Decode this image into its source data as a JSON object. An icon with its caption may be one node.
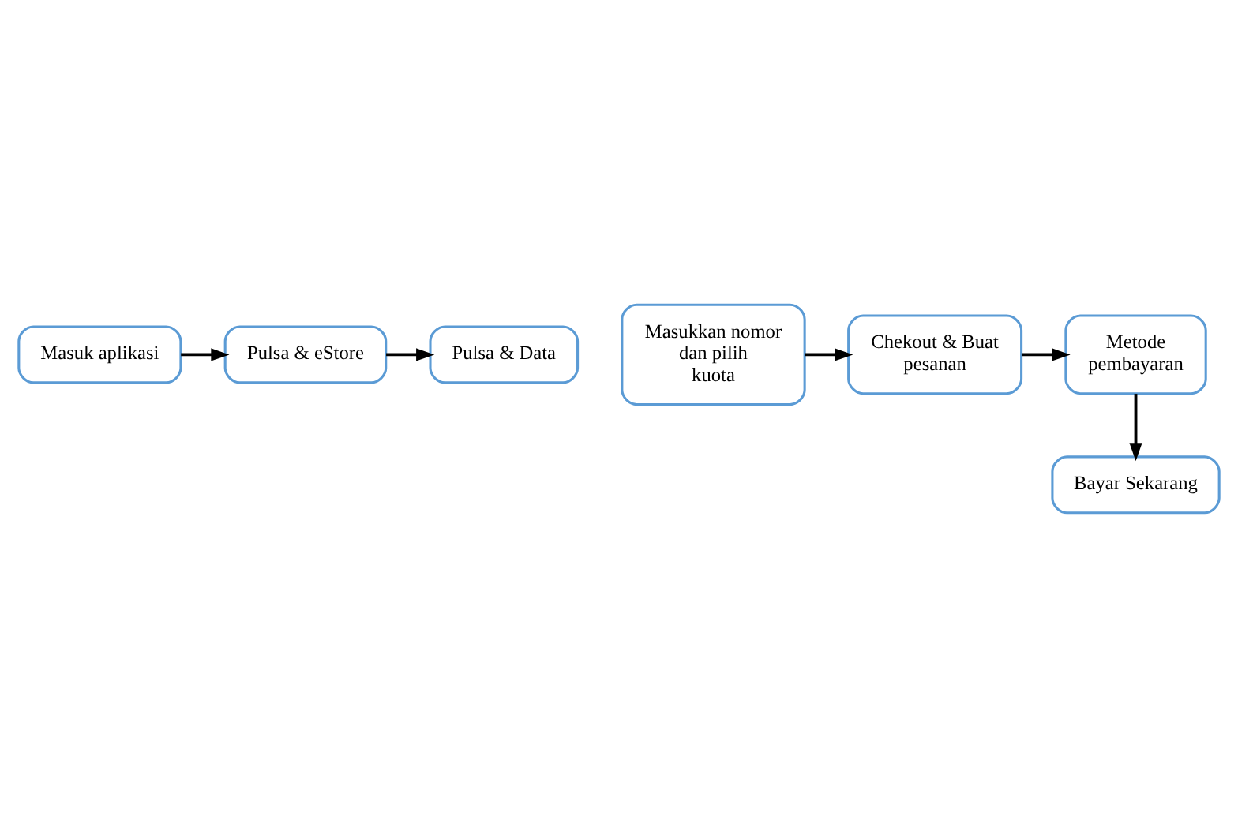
{
  "diagram": {
    "nodes": [
      {
        "text": [
          "Masuk aplikasi"
        ]
      },
      {
        "text": [
          "Pulsa & eStore"
        ]
      },
      {
        "text": [
          "Pulsa & Data"
        ]
      },
      {
        "text": [
          "Masukkan nomor dan pilih kuota"
        ]
      },
      {
        "text": [
          "Chekout & Buat pesanan"
        ]
      },
      {
        "text": [
          "Metode pembayaran"
        ]
      },
      {
        "text": [
          "Bayar Sekarang"
        ]
      }
    ],
    "edges": [
      {
        "from": 0,
        "to": 1,
        "arrow": "to"
      },
      {
        "from": 1,
        "to": 2,
        "arrow": "to"
      },
      {
        "from": 3,
        "to": 4,
        "arrow": "to"
      },
      {
        "from": 4,
        "to": 5,
        "arrow": "to"
      },
      {
        "from": 5,
        "to": 6,
        "arrow": "to"
      }
    ]
  }
}
